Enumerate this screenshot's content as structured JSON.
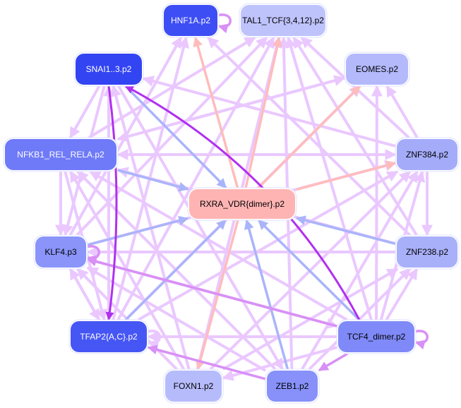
{
  "title": "Motif regulatory network",
  "colors": {
    "edge_light": "#eac8ff",
    "edge_dark": "#b030f0",
    "edge_mid": "#d890f5",
    "edge_blue": "#aab4fa",
    "edge_salmon": "#ffbcbc",
    "node_border": "#dfe2ff"
  },
  "nodes": [
    {
      "id": "HNF1A",
      "label": "HNF1A.p2",
      "fill": "#3d4ef5",
      "text": "#ffffff"
    },
    {
      "id": "TAL1",
      "label": "TAL1_TCF{3,4,12}.p2",
      "fill": "#bfc3fc",
      "text": "#000000"
    },
    {
      "id": "SNAI1",
      "label": "SNAI1..3.p2",
      "fill": "#3344f2",
      "text": "#ffffff"
    },
    {
      "id": "EOMES",
      "label": "EOMES.p2",
      "fill": "#b3b9fb",
      "text": "#000000"
    },
    {
      "id": "NFKB1",
      "label": "NFKB1_REL_RELA.p2",
      "fill": "#6f7af8",
      "text": "#ffffff"
    },
    {
      "id": "ZNF384",
      "label": "ZNF384.p2",
      "fill": "#a4acfa",
      "text": "#000000"
    },
    {
      "id": "RXRA",
      "label": "RXRA_VDR{dimer}.p2",
      "fill": "#ffb4b4",
      "text": "#000000"
    },
    {
      "id": "KLF4",
      "label": "KLF4.p3",
      "fill": "#8a94f9",
      "text": "#000000"
    },
    {
      "id": "ZNF238",
      "label": "ZNF238.p2",
      "fill": "#a9b0fa",
      "text": "#000000"
    },
    {
      "id": "TFAP2",
      "label": "TFAP2{A,C}.p2",
      "fill": "#4656f4",
      "text": "#ffffff"
    },
    {
      "id": "TCF4",
      "label": "TCF4_dimer.p2",
      "fill": "#7f8af8",
      "text": "#000000"
    },
    {
      "id": "FOXN1",
      "label": "FOXN1.p2",
      "fill": "#b6bcfb",
      "text": "#000000"
    },
    {
      "id": "ZEB1",
      "label": "ZEB1.p2",
      "fill": "#8791f9",
      "text": "#000000"
    }
  ],
  "edges": [
    {
      "from": "HNF1A",
      "to": "HNF1A",
      "style": "mid"
    },
    {
      "from": "TCF4",
      "to": "SNAI1",
      "style": "dark"
    },
    {
      "from": "SNAI1",
      "to": "RXRA",
      "style": "blue"
    },
    {
      "from": "NFKB1",
      "to": "RXRA",
      "style": "blue"
    },
    {
      "from": "KLF4",
      "to": "RXRA",
      "style": "blue"
    },
    {
      "from": "TFAP2",
      "to": "RXRA",
      "style": "blue"
    },
    {
      "from": "ZEB1",
      "to": "RXRA",
      "style": "blue"
    },
    {
      "from": "TCF4",
      "to": "RXRA",
      "style": "blue"
    },
    {
      "from": "ZNF238",
      "to": "RXRA",
      "style": "blue"
    },
    {
      "from": "RXRA",
      "to": "HNF1A",
      "style": "salmon"
    },
    {
      "from": "RXRA",
      "to": "TAL1",
      "style": "salmon"
    },
    {
      "from": "RXRA",
      "to": "EOMES",
      "style": "salmon"
    },
    {
      "from": "RXRA",
      "to": "ZNF384",
      "style": "salmon"
    },
    {
      "from": "RXRA",
      "to": "FOXN1",
      "style": "salmon"
    },
    {
      "from": "SNAI1",
      "to": "TFAP2",
      "style": "dark"
    },
    {
      "from": "ZEB1",
      "to": "TFAP2",
      "style": "mid"
    },
    {
      "from": "TCF4",
      "to": "ZEB1",
      "style": "mid"
    },
    {
      "from": "KLF4",
      "to": "KLF4",
      "style": "mid"
    },
    {
      "from": "TCF4",
      "to": "TCF4",
      "style": "mid"
    },
    {
      "from": "TFAP2",
      "to": "TFAP2",
      "style": "light"
    },
    {
      "from": "TCF4",
      "to": "KLF4",
      "style": "mid"
    },
    {
      "from": "SNAI1",
      "to": "NFKB1",
      "style": "light"
    },
    {
      "from": "NFKB1",
      "to": "KLF4",
      "style": "light"
    },
    {
      "from": "KLF4",
      "to": "TFAP2",
      "style": "light"
    },
    {
      "from": "TFAP2",
      "to": "KLF4",
      "style": "light"
    },
    {
      "from": "TFAP2",
      "to": "TAL1",
      "style": "light"
    },
    {
      "from": "TFAP2",
      "to": "HNF1A",
      "style": "light"
    },
    {
      "from": "TFAP2",
      "to": "ZNF384",
      "style": "light"
    },
    {
      "from": "TFAP2",
      "to": "EOMES",
      "style": "light"
    },
    {
      "from": "TFAP2",
      "to": "SNAI1",
      "style": "light"
    },
    {
      "from": "FOXN1",
      "to": "TAL1",
      "style": "light"
    },
    {
      "from": "FOXN1",
      "to": "NFKB1",
      "style": "light"
    },
    {
      "from": "FOXN1",
      "to": "SNAI1",
      "style": "light"
    },
    {
      "from": "FOXN1",
      "to": "KLF4",
      "style": "light"
    },
    {
      "from": "FOXN1",
      "to": "ZNF384",
      "style": "light"
    },
    {
      "from": "ZEB1",
      "to": "TAL1",
      "style": "light"
    },
    {
      "from": "ZEB1",
      "to": "NFKB1",
      "style": "light"
    },
    {
      "from": "ZEB1",
      "to": "KLF4",
      "style": "light"
    },
    {
      "from": "ZEB1",
      "to": "ZNF238",
      "style": "light"
    },
    {
      "from": "ZEB1",
      "to": "ZNF384",
      "style": "light"
    },
    {
      "from": "TCF4",
      "to": "TAL1",
      "style": "light"
    },
    {
      "from": "TCF4",
      "to": "NFKB1",
      "style": "light"
    },
    {
      "from": "TCF4",
      "to": "ZNF238",
      "style": "light"
    },
    {
      "from": "TCF4",
      "to": "ZNF384",
      "style": "light"
    },
    {
      "from": "TCF4",
      "to": "EOMES",
      "style": "light"
    },
    {
      "from": "TCF4",
      "to": "TFAP2",
      "style": "light"
    },
    {
      "from": "ZNF238",
      "to": "TAL1",
      "style": "light"
    },
    {
      "from": "ZNF238",
      "to": "NFKB1",
      "style": "light"
    },
    {
      "from": "ZNF238",
      "to": "KLF4",
      "style": "light"
    },
    {
      "from": "ZNF384",
      "to": "TAL1",
      "style": "light"
    },
    {
      "from": "ZNF384",
      "to": "SNAI1",
      "style": "light"
    },
    {
      "from": "ZNF384",
      "to": "NFKB1",
      "style": "light"
    },
    {
      "from": "ZNF384",
      "to": "ZNF238",
      "style": "light"
    },
    {
      "from": "ZNF384",
      "to": "EOMES",
      "style": "light"
    },
    {
      "from": "EOMES",
      "to": "NFKB1",
      "style": "light"
    },
    {
      "from": "NFKB1",
      "to": "ZNF384",
      "style": "light"
    },
    {
      "from": "NFKB1",
      "to": "TAL1",
      "style": "light"
    },
    {
      "from": "NFKB1",
      "to": "EOMES",
      "style": "light"
    },
    {
      "from": "KLF4",
      "to": "TAL1",
      "style": "light"
    },
    {
      "from": "KLF4",
      "to": "HNF1A",
      "style": "light"
    },
    {
      "from": "KLF4",
      "to": "ZNF384",
      "style": "light"
    },
    {
      "from": "KLF4",
      "to": "TCF4",
      "style": "light"
    },
    {
      "from": "SNAI1",
      "to": "KLF4",
      "style": "light"
    },
    {
      "from": "SNAI1",
      "to": "ZEB1",
      "style": "light"
    },
    {
      "from": "NFKB1",
      "to": "TFAP2",
      "style": "light"
    },
    {
      "from": "FOXN1",
      "to": "ZNF238",
      "style": "light"
    },
    {
      "from": "TCF4",
      "to": "FOXN1",
      "style": "light"
    },
    {
      "from": "ZNF238",
      "to": "HNF1A",
      "style": "light"
    }
  ]
}
